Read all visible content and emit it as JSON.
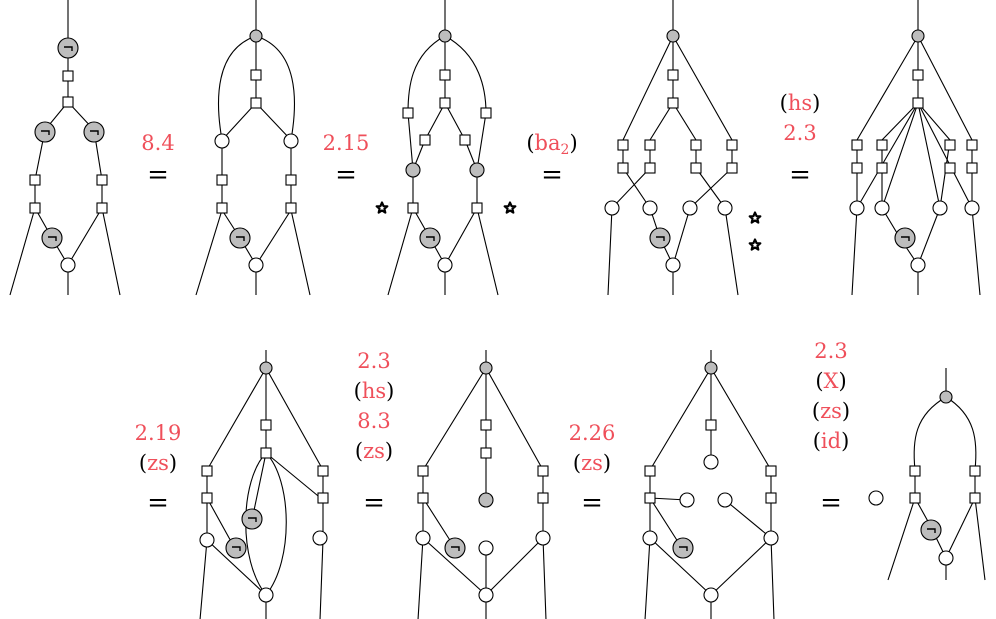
{
  "equalities": [
    {
      "symbol": "=",
      "rules": [
        "8.4"
      ]
    },
    {
      "symbol": "=",
      "rules": [
        "2.15"
      ]
    },
    {
      "symbol": "=",
      "rules": [
        "(ba2)"
      ]
    },
    {
      "symbol": "=",
      "rules": [
        "(hs)",
        "2.3"
      ]
    },
    {
      "symbol": "=",
      "rules": [
        "2.19",
        "(zs)"
      ]
    },
    {
      "symbol": "=",
      "rules": [
        "2.3",
        "(hs)",
        "8.3",
        "(zs)"
      ]
    },
    {
      "symbol": "=",
      "rules": [
        "2.26",
        "(zs)"
      ]
    },
    {
      "symbol": "=",
      "rules": [
        "2.3",
        "(X)",
        "(zs)",
        "(id)"
      ]
    }
  ],
  "not_symbol": "¬",
  "colors": {
    "rule_label": "#ef4f5a",
    "grey_node": "#bdbdbd",
    "text": "#000000"
  }
}
